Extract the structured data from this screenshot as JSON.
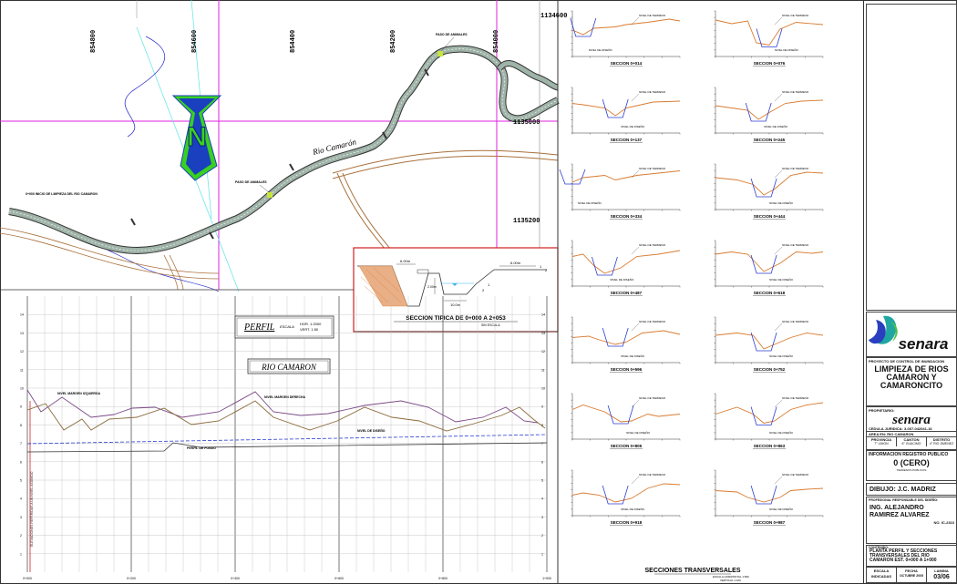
{
  "plan": {
    "north_coords": [
      "1134600",
      "1135000",
      "1135200"
    ],
    "east_coords": [
      "854800",
      "854600",
      "854400",
      "854200",
      "854000"
    ],
    "river_name": "Rio Camarón",
    "start_label": "0+000 INICIO DE LIMPIEZA DEL RIO CAMARON",
    "animal_pass_top": "PASO DE ANIMALES",
    "animal_pass_mid": "PASO DE ANIMALES",
    "north_letter": "N"
  },
  "typical_section": {
    "title": "SECCION TIPICA DE 0+000 A 2+053",
    "subtitle": "SIN ESCALA",
    "dim_left": "6.00m",
    "dim_right": "6.00m",
    "dim_bottom": "10.0m",
    "dim_depth": "2.00m",
    "slope_1": "1",
    "slope_2": "2"
  },
  "profile": {
    "title": "PERFIL",
    "scale_label": "ESCALA",
    "scale_h": "HOR. 1:2000",
    "scale_v": "VERT. 1:50",
    "river_title": "RIO CAMARON",
    "y_ticks": [
      "14",
      "13",
      "12",
      "11",
      "10",
      "9",
      "8",
      "7",
      "6",
      "5",
      "4",
      "3",
      "2",
      "1"
    ],
    "x_ticks": [
      "0+000",
      "0+200",
      "0+400",
      "0+600",
      "0+800",
      "1+000"
    ],
    "label_left_bank": "NIVEL MARGEN IZQUIERDA",
    "label_right_bank": "NIVEL MARGEN DERECHA",
    "label_design": "NIVEL DE DISEÑO",
    "label_bottom": "PERFIL DE FONDO",
    "vertical_note": "ELEVACIONES REFERIDAS A UN NIVEL ASUMIDO"
  },
  "sections": {
    "title": "SECCIONES TRANSVERSALES",
    "scale_h": "ESCALA HORIZONTAL 1:500",
    "scale_v": "VERTICAL 1:100",
    "label_terrain": "NIVEL DE TERRENO",
    "label_design": "NIVEL DE DISEÑO",
    "items": [
      {
        "name": "SECCION 0+014"
      },
      {
        "name": "SECCION 0+076"
      },
      {
        "name": "SECCION 0+137"
      },
      {
        "name": "SECCION 0+245"
      },
      {
        "name": "SECCION 0+334"
      },
      {
        "name": "SECCION 0+444"
      },
      {
        "name": "SECCION 0+487"
      },
      {
        "name": "SECCION 0+618"
      },
      {
        "name": "SECCION 0+596"
      },
      {
        "name": "SECCION 0+752"
      },
      {
        "name": "SECCION 0+805"
      },
      {
        "name": "SECCION 0+863"
      },
      {
        "name": "SECCION 0+918"
      },
      {
        "name": "SECCION 0+987"
      }
    ]
  },
  "title_block": {
    "logo": "senara",
    "project_header": "PROYECTO DE CONTROL DE INUNDACION",
    "project_title": "LIMPIEZA DE RIOS CAMARON Y CAMARONCITO",
    "owner_header": "PROPIETARIO:",
    "owner_logo": "senara",
    "cedula": "CEDULA JURIDICA: 3-007-042041-16",
    "area": "AREA EN: RIO CAMARON",
    "provincia_h": "PROVINCIA",
    "provincia_v": "7° LIMON",
    "canton_h": "CANTON",
    "canton_v": "6° GUACIMO",
    "distrito_h": "DISTRITO",
    "distrito_v": "4° RIO JIMENEZ",
    "registry": "INFORMACION REGISTRO PUBLICO",
    "registry_value": "0 (CERO)",
    "registry_note": "TERRENOS PUBLICOS",
    "drawn_by": "DIBUJO: J.C. MADRIZ",
    "responsible_header": "PROFESIONAL RESPONSABLE DEL DISEÑO:",
    "responsible": "ING. ALEJANDRO RAMIREZ ALVAREZ",
    "reg_no": "NO. IC-2310",
    "content_header": "CONTENIDO:",
    "content": "PLANTA PERFIL Y SECCIONES TRANSVERSALES DEL RIO CAMARON EST. 0+000 A 1+000",
    "scale_h": "ESCALA",
    "scale_v": "INDICADAS",
    "date_h": "FECHA",
    "date_v": "OCTUBRE 2005",
    "sheet_h": "LAMINA",
    "sheet_v": "03/06"
  },
  "colors": {
    "grid_magenta": "#e020e0",
    "river_fill": "#9fb3a8",
    "road_brown": "#a9703c",
    "terrain_orange": "#d97b30",
    "design_blue": "#2c3fd0",
    "north_blue": "#1a3fbf",
    "north_green": "#39d020",
    "logo_teal": "#1fa6a0"
  }
}
